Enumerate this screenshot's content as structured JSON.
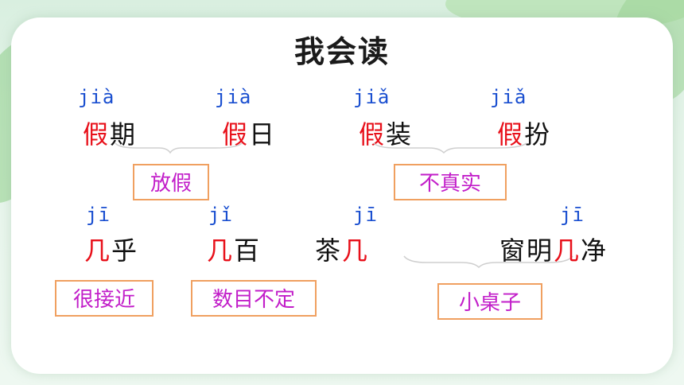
{
  "title": "我会读",
  "row1": {
    "pinyin": [
      "jià",
      "jià",
      "jiǎ",
      "jiǎ"
    ],
    "words": [
      {
        "char": "假",
        "rest": "期"
      },
      {
        "char": "假",
        "rest": "日"
      },
      {
        "char": "假",
        "rest": "装"
      },
      {
        "char": "假",
        "rest": "扮"
      }
    ],
    "meanings": [
      "放假",
      "不真实"
    ]
  },
  "row2": {
    "pinyin": [
      "jī",
      "jǐ",
      "jī",
      "jī"
    ],
    "words": [
      {
        "pre": "",
        "char": "几",
        "rest": "乎"
      },
      {
        "pre": "",
        "char": "几",
        "rest": "百"
      },
      {
        "pre": "茶",
        "char": "几",
        "rest": ""
      },
      {
        "pre": "窗明",
        "char": "几",
        "rest": "净"
      }
    ],
    "meanings": [
      "很接近",
      "数目不定",
      "小桌子"
    ]
  },
  "colors": {
    "highlight": "#e8101a",
    "pinyin": "#1a4fd0",
    "meaning_text": "#c21ec9",
    "meaning_border": "#f0a060"
  }
}
